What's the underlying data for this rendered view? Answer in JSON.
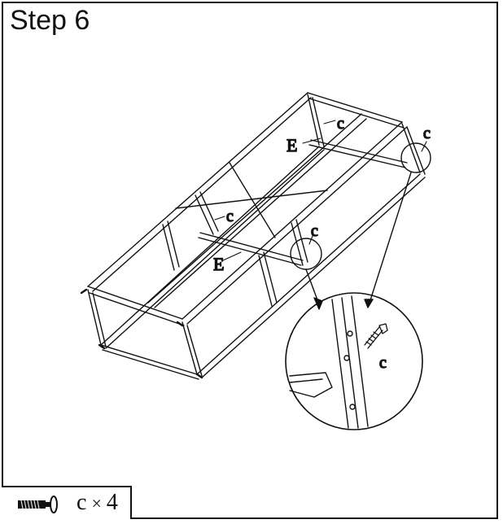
{
  "title": "Step 6",
  "labels": {
    "screw": "c",
    "tube": "E"
  },
  "parts": {
    "letter": "c",
    "times": "×",
    "quantity": "4"
  },
  "icons": [
    "screw-icon"
  ]
}
